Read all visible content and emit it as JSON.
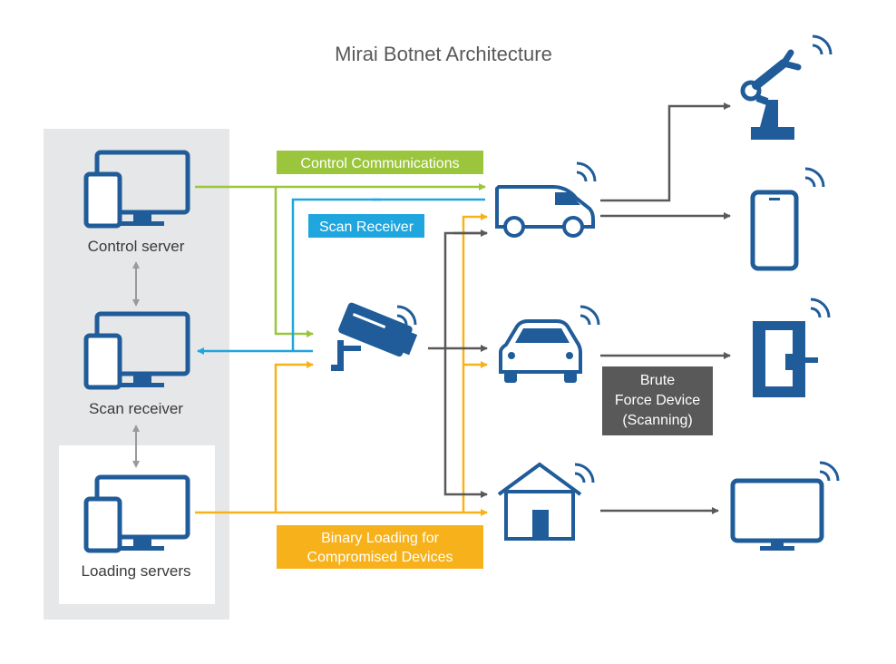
{
  "title": "Mirai Botnet Architecture",
  "servers": {
    "control": "Control server",
    "scan": "Scan receiver",
    "loading": "Loading servers"
  },
  "labels": {
    "control_comm": "Control Communications",
    "scan_receiver": "Scan Receiver",
    "binary_loading_line1": "Binary Loading for",
    "binary_loading_line2": "Compromised Devices",
    "brute_line1": "Brute",
    "brute_line2": "Force Device",
    "brute_line3": "(Scanning)"
  },
  "colors": {
    "device_blue": "#1f5c99",
    "control_green": "#9bc53d",
    "scan_blue": "#1fa6de",
    "loading_yellow": "#f7b21b",
    "arrow_gray": "#595959",
    "server_panel": "#e6e7e8",
    "brute_box": "#595959"
  },
  "devices": {
    "servers": [
      "monitor-phone-icon",
      "monitor-phone-icon",
      "monitor-phone-icon"
    ],
    "bots": [
      "camera-icon",
      "van-icon",
      "car-icon",
      "house-icon"
    ],
    "targets": [
      "robot-arm-icon",
      "smartphone-icon",
      "coffee-machine-icon",
      "tv-icon"
    ]
  }
}
